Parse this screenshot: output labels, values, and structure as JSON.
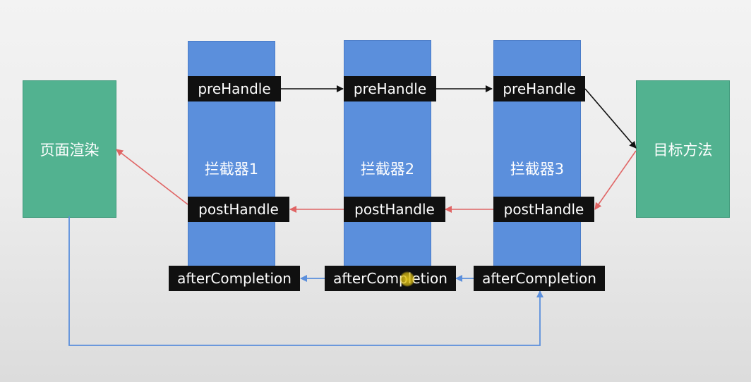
{
  "render_box": {
    "label": "页面渲染"
  },
  "target_box": {
    "label": "目标方法"
  },
  "interceptors": [
    {
      "label": "拦截器1",
      "pre": "preHandle",
      "post": "postHandle",
      "after": "afterCompletion"
    },
    {
      "label": "拦截器2",
      "pre": "preHandle",
      "post": "postHandle",
      "after": "afterCompletion"
    },
    {
      "label": "拦截器3",
      "pre": "preHandle",
      "post": "postHandle",
      "after": "afterCompletion"
    }
  ],
  "colors": {
    "pre_arrow": "#111111",
    "post_arrow": "#e06464",
    "after_arrow": "#5b8fdc",
    "green": "#52b290",
    "blue": "#5b8fdc"
  }
}
